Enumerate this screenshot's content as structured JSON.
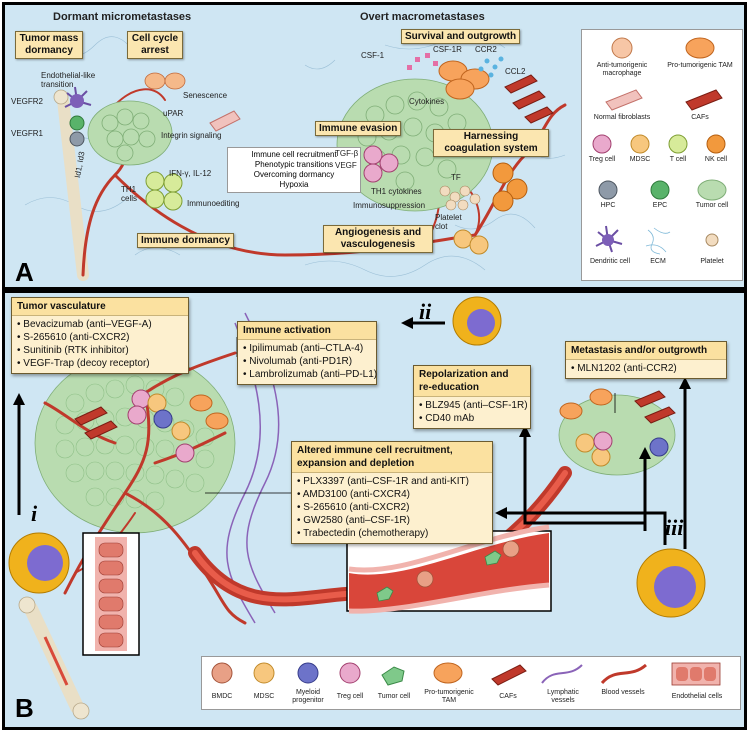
{
  "panelA": {
    "letter": "A",
    "title_left": "Dormant micrometastases",
    "title_right": "Overt macrometastases",
    "boxes": {
      "tumor_mass": "Tumor mass dormancy",
      "cell_cycle": "Cell cycle arrest",
      "immune_dormancy": "Immune dormancy",
      "survival": "Survival and outgrowth",
      "immune_evasion": "Immune evasion",
      "harnessing": "Harnessing coagulation system",
      "angiogenesis": "Angiogenesis and vasculogenesis"
    },
    "labels": {
      "endothelial": "Endothelial-like transition",
      "vegfr2": "VEGFR2",
      "vegfr1": "VEGFR1",
      "id": "Id1, Id3",
      "senescence": "Senescence",
      "upar": "uPAR",
      "integrin": "Integrin signaling",
      "ifn": "IFN-γ, IL-12",
      "th1": "TH1 cells",
      "immunoediting": "Immunoediting",
      "csf1": "CSF-1",
      "csf1r": "CSF-1R",
      "ccr2": "CCR2",
      "ccl2": "CCL2",
      "cytokines": "Cytokines",
      "tgfb": "TGF-β",
      "vegf": "VEGF",
      "th1cyt": "TH1 cytokines",
      "immunosuppression": "Immunosuppression",
      "tf": "TF",
      "platelet_clot": "Platelet clot"
    },
    "center_box": [
      "Immune cell recruitment",
      "Phenotypic transitions",
      "Overcoming dormancy",
      "Hypoxia"
    ],
    "legend": [
      "Anti-tumorigenic macrophage",
      "Pro-tumorigenic TAM",
      "Normal fibroblasts",
      "CAFs",
      "Treg cell",
      "MDSC",
      "T cell",
      "NK cell",
      "HPC",
      "EPC",
      "Tumor cell",
      "Dendritic cell",
      "ECM",
      "Platelet"
    ]
  },
  "panelB": {
    "letter": "B",
    "roman": [
      "i",
      "ii",
      "iii"
    ],
    "vasculature": {
      "title": "Tumor vasculature",
      "items": [
        "Bevacizumab (anti–VEGF-A)",
        "S-265610 (anti-CXCR2)",
        "Sunitinib (RTK inhibitor)",
        "VEGF-Trap (decoy receptor)"
      ]
    },
    "immune_activation": {
      "title": "Immune activation",
      "items": [
        "Ipilimumab (anti–CTLA-4)",
        "Nivolumab (anti-PD1R)",
        "Lambrolizumab (anti–PD-L1)"
      ]
    },
    "metastasis": {
      "title": "Metastasis and/or outgrowth",
      "items": [
        "MLN1202 (anti-CCR2)"
      ]
    },
    "repolarization": {
      "title1": "Repolarization and",
      "title2": "re-education",
      "items": [
        "BLZ945 (anti–CSF-1R)",
        "CD40 mAb"
      ]
    },
    "altered": {
      "title1": "Altered immune cell recruitment,",
      "title2": "expansion and depletion",
      "items": [
        "PLX3397 (anti–CSF-1R and anti-KIT)",
        "AMD3100 (anti-CXCR4)",
        "S-265610 (anti-CXCR2)",
        "GW2580 (anti–CSF-1R)",
        "Trabectedin (chemotherapy)"
      ]
    },
    "legend": [
      "BMDC",
      "MDSC",
      "Myeloid progenitor",
      "Treg cell",
      "Tumor cell",
      "Pro-tumorigenic TAM",
      "CAFs",
      "Lymphatic vessels",
      "Blood vessels",
      "Endothelial cells"
    ]
  },
  "colors": {
    "panel_bg": "#cfe6f3",
    "box_fill": "#fbe6b0",
    "tumor_green": "#b9dcb0",
    "vessel_red": "#c0392b",
    "nanoparticle_gold": "#f0b21c",
    "nanoparticle_core": "#7d6bd0"
  }
}
